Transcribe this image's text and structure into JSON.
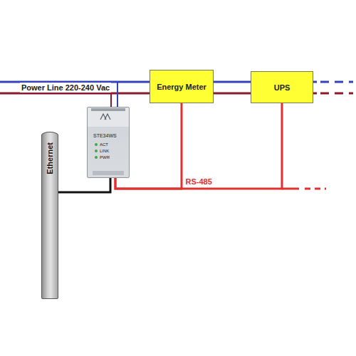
{
  "diagram": {
    "nodes": [
      {
        "text": [
          "Energy Meter"
        ]
      },
      {
        "text": [
          "UPS"
        ]
      },
      {
        "text": [
          "STE34WS",
          "ACT",
          "LINK",
          "PWR"
        ]
      },
      {
        "text": [
          "Ethernet"
        ]
      }
    ],
    "edges": [
      {
        "from": 2,
        "to": 0,
        "arrow": "none"
      },
      {
        "from": 2,
        "to": 1,
        "arrow": "none",
        "label": "RS-485"
      },
      {
        "from": 3,
        "to": 2,
        "arrow": "none"
      }
    ],
    "labels": [
      "Power Line 220-240 Vac"
    ]
  }
}
